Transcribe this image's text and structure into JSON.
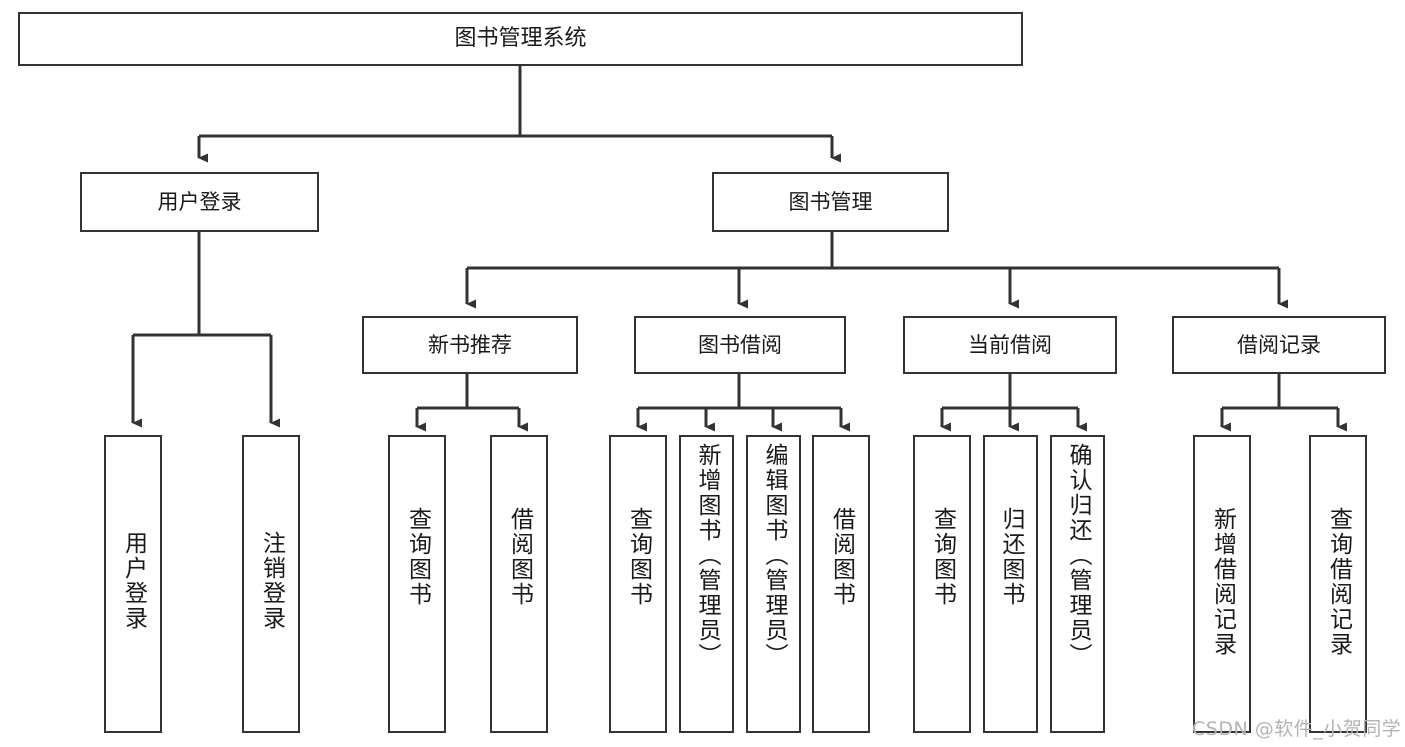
{
  "diagram": {
    "title": "图书管理系统",
    "type": "hierarchy-tree",
    "root": {
      "id": "root",
      "label": "图书管理系统"
    },
    "level2": [
      {
        "id": "user-login",
        "label": "用户登录"
      },
      {
        "id": "book-management",
        "label": "图书管理"
      }
    ],
    "level3": [
      {
        "id": "new-book-recommend",
        "label": "新书推荐",
        "parent": "book-management"
      },
      {
        "id": "book-borrow",
        "label": "图书借阅",
        "parent": "book-management"
      },
      {
        "id": "current-borrow",
        "label": "当前借阅",
        "parent": "book-management"
      },
      {
        "id": "borrow-record",
        "label": "借阅记录",
        "parent": "book-management"
      }
    ],
    "leaves": [
      {
        "id": "leaf-user-login",
        "label": "用户登录",
        "parent": "user-login"
      },
      {
        "id": "leaf-logout-login",
        "label": "注销登录",
        "parent": "user-login"
      },
      {
        "id": "leaf-query-book-1",
        "label": "查询图书",
        "parent": "new-book-recommend"
      },
      {
        "id": "leaf-borrow-book-1",
        "label": "借阅图书",
        "parent": "new-book-recommend"
      },
      {
        "id": "leaf-query-book-2",
        "label": "查询图书",
        "parent": "book-borrow"
      },
      {
        "id": "leaf-add-book",
        "label": "新增图书（管理员）",
        "parent": "book-borrow"
      },
      {
        "id": "leaf-edit-book",
        "label": "编辑图书（管理员）",
        "parent": "book-borrow"
      },
      {
        "id": "leaf-borrow-book-2",
        "label": "借阅图书",
        "parent": "book-borrow"
      },
      {
        "id": "leaf-query-book-3",
        "label": "查询图书",
        "parent": "current-borrow"
      },
      {
        "id": "leaf-return-book",
        "label": "归还图书",
        "parent": "current-borrow"
      },
      {
        "id": "leaf-confirm-return",
        "label": "确认归还（管理员）",
        "parent": "current-borrow"
      },
      {
        "id": "leaf-add-record",
        "label": "新增借阅记录",
        "parent": "borrow-record"
      },
      {
        "id": "leaf-query-record",
        "label": "查询借阅记录",
        "parent": "borrow-record"
      }
    ]
  },
  "watermark": {
    "text": "CSDN @软件_小贺同学"
  },
  "colors": {
    "stroke": "#333333",
    "background": "#ffffff",
    "text": "#1a1a1a",
    "watermark": "#b4b4b4"
  }
}
